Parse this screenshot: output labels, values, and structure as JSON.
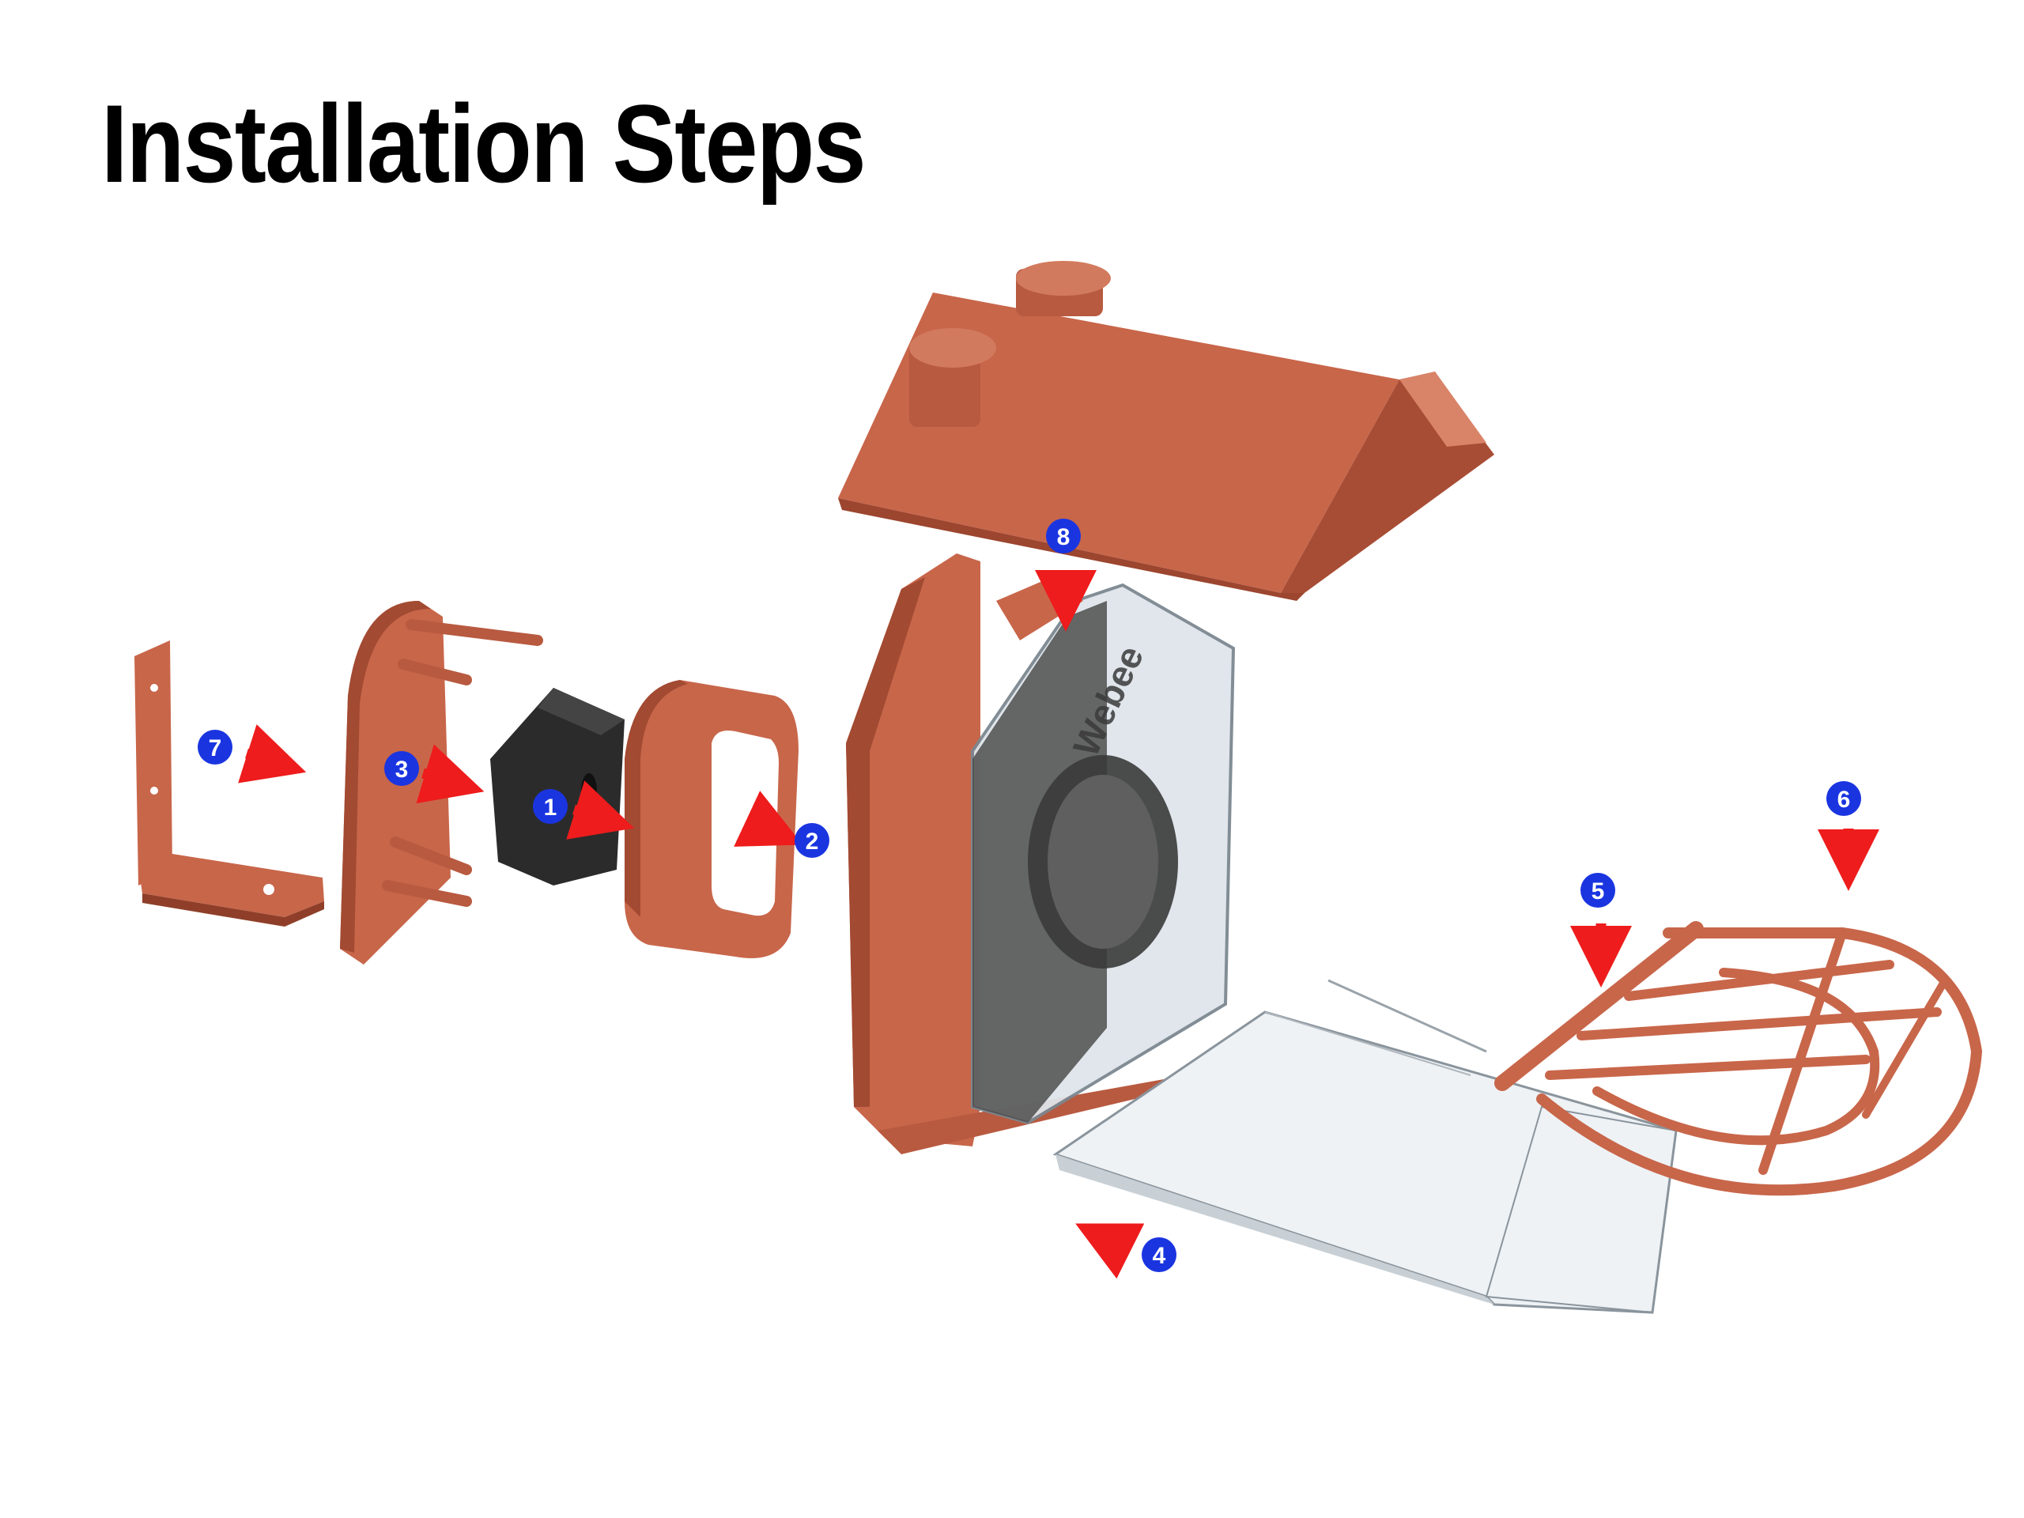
{
  "title": "Installation Steps",
  "brand": "Webee",
  "steps": [
    {
      "id": "1",
      "label": "1"
    },
    {
      "id": "2",
      "label": "2"
    },
    {
      "id": "3",
      "label": "3"
    },
    {
      "id": "4",
      "label": "4"
    },
    {
      "id": "5",
      "label": "5"
    },
    {
      "id": "6",
      "label": "6"
    },
    {
      "id": "7",
      "label": "7"
    },
    {
      "id": "8",
      "label": "8"
    }
  ],
  "colors": {
    "terracotta": "#c8664a",
    "terracotta_dark": "#a24a32",
    "terracotta_light": "#d98468",
    "marker_blue": "#1a35e0",
    "arrow_red": "#ee1c1c",
    "dark_block": "#2b2b2b",
    "clear_plastic": "#e9eef2"
  }
}
